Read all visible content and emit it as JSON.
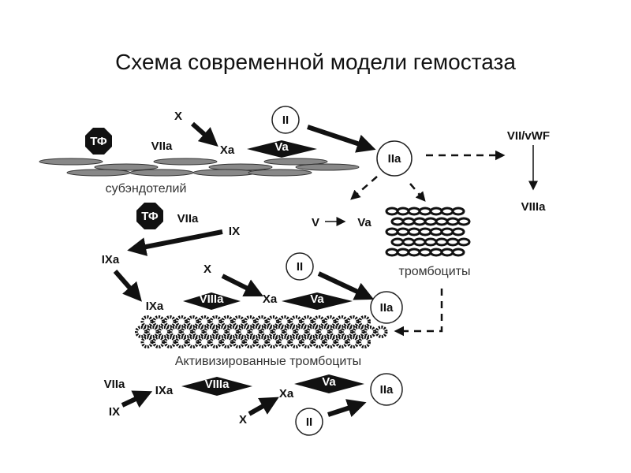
{
  "title": "Схема современной модели гемостаза",
  "labels": {
    "tf": "ТФ",
    "viia": "VIIa",
    "x": "X",
    "xa": "Xa",
    "va": "Va",
    "ii": "II",
    "iia": "IIa",
    "vii_vwf": "VII/vWF",
    "viiia": "VIIIa",
    "v": "V",
    "ix": "IX",
    "ixa": "IXa",
    "subendothelium": "субэндотелий",
    "platelets": "тромбоциты",
    "activated_platelets": "Активизированные тромбоциты"
  }
}
